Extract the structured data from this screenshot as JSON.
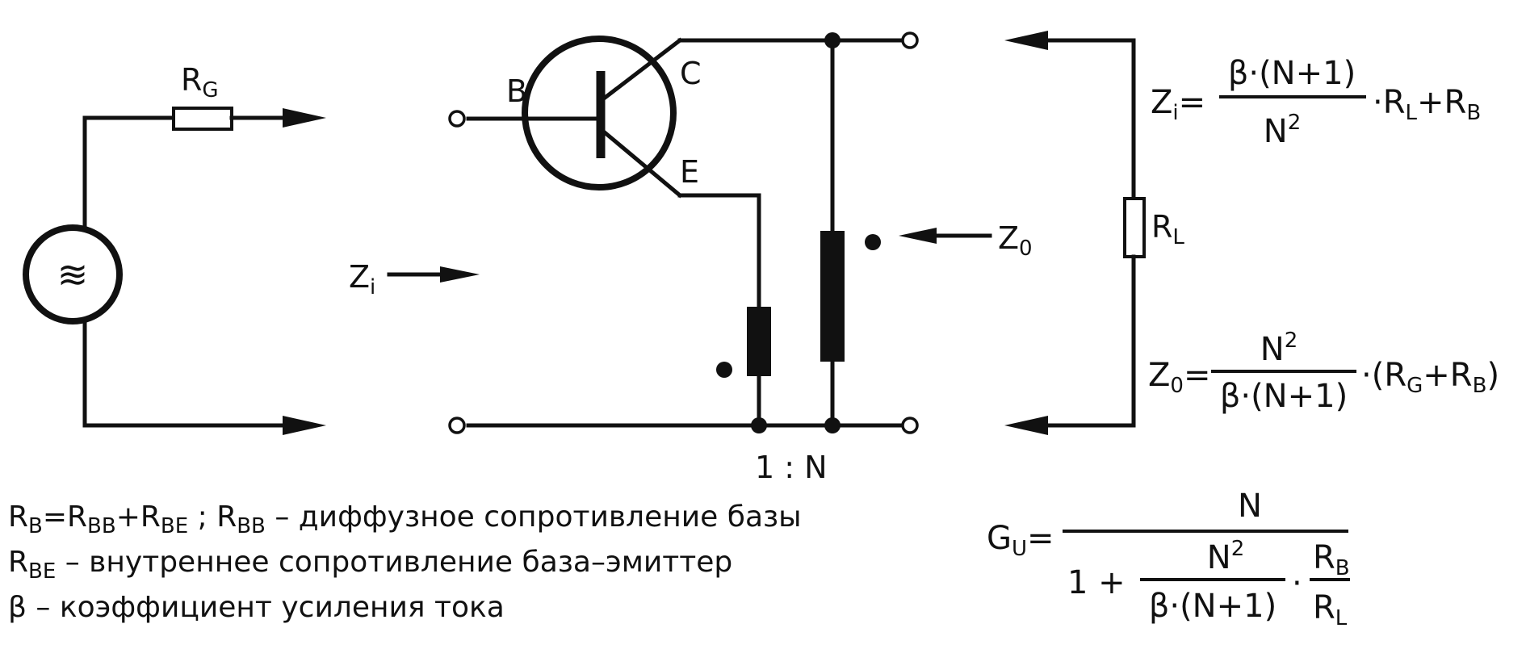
{
  "components": {
    "source_symbol": "≋",
    "resistor_g": {
      "main": "R",
      "sub": "G"
    },
    "resistor_l": {
      "main": "R",
      "sub": "L"
    },
    "base": "B",
    "collector": "C",
    "emitter": "E",
    "z_in": {
      "main": "Z",
      "sub": "i"
    },
    "z_out": {
      "main": "Z",
      "sub": "0"
    },
    "ratio": "1 : N"
  },
  "formulas": {
    "zi": {
      "lhs_main": "Z",
      "lhs_sub": "i",
      "eq": "=",
      "num": "β·(N+1)",
      "den_main": "N",
      "den_sup": "2",
      "tail_a": "·R",
      "tail_a_sub": "L",
      "tail_b": "+R",
      "tail_b_sub": "B"
    },
    "zo": {
      "lhs_main": "Z",
      "lhs_sub": "0",
      "eq": "=",
      "num_main": "N",
      "num_sup": "2",
      "den": "β·(N+1)",
      "tail_a": "·(R",
      "tail_a_sub": "G",
      "tail_b": "+R",
      "tail_b_sub": "B",
      "tail_c": ")"
    },
    "gu": {
      "lhs_main": "G",
      "lhs_sub": "U",
      "eq": "=",
      "num": "N",
      "one_plus": "1 +",
      "inner_num_main": "N",
      "inner_num_sup": "2",
      "inner_den": "β·(N+1)",
      "dot": "·",
      "frac2_num_main": "R",
      "frac2_num_sub": "B",
      "frac2_den_main": "R",
      "frac2_den_sub": "L"
    }
  },
  "legend": {
    "line1": {
      "a_main": "R",
      "a_sub": "B",
      "eq": "=",
      "b_main": "R",
      "b_sub": "BB",
      "plus": "+",
      "c_main": "R",
      "c_sub": "BE",
      "sep": " ; ",
      "d_main": "R",
      "d_sub": "BB",
      "text": " – диффузное сопротивление базы"
    },
    "line2": {
      "a_main": "R",
      "a_sub": "BE",
      "text": " – внутреннее сопротивление база–эмиттер"
    },
    "line3": {
      "text": "β – коэффициент усиления тока"
    }
  }
}
